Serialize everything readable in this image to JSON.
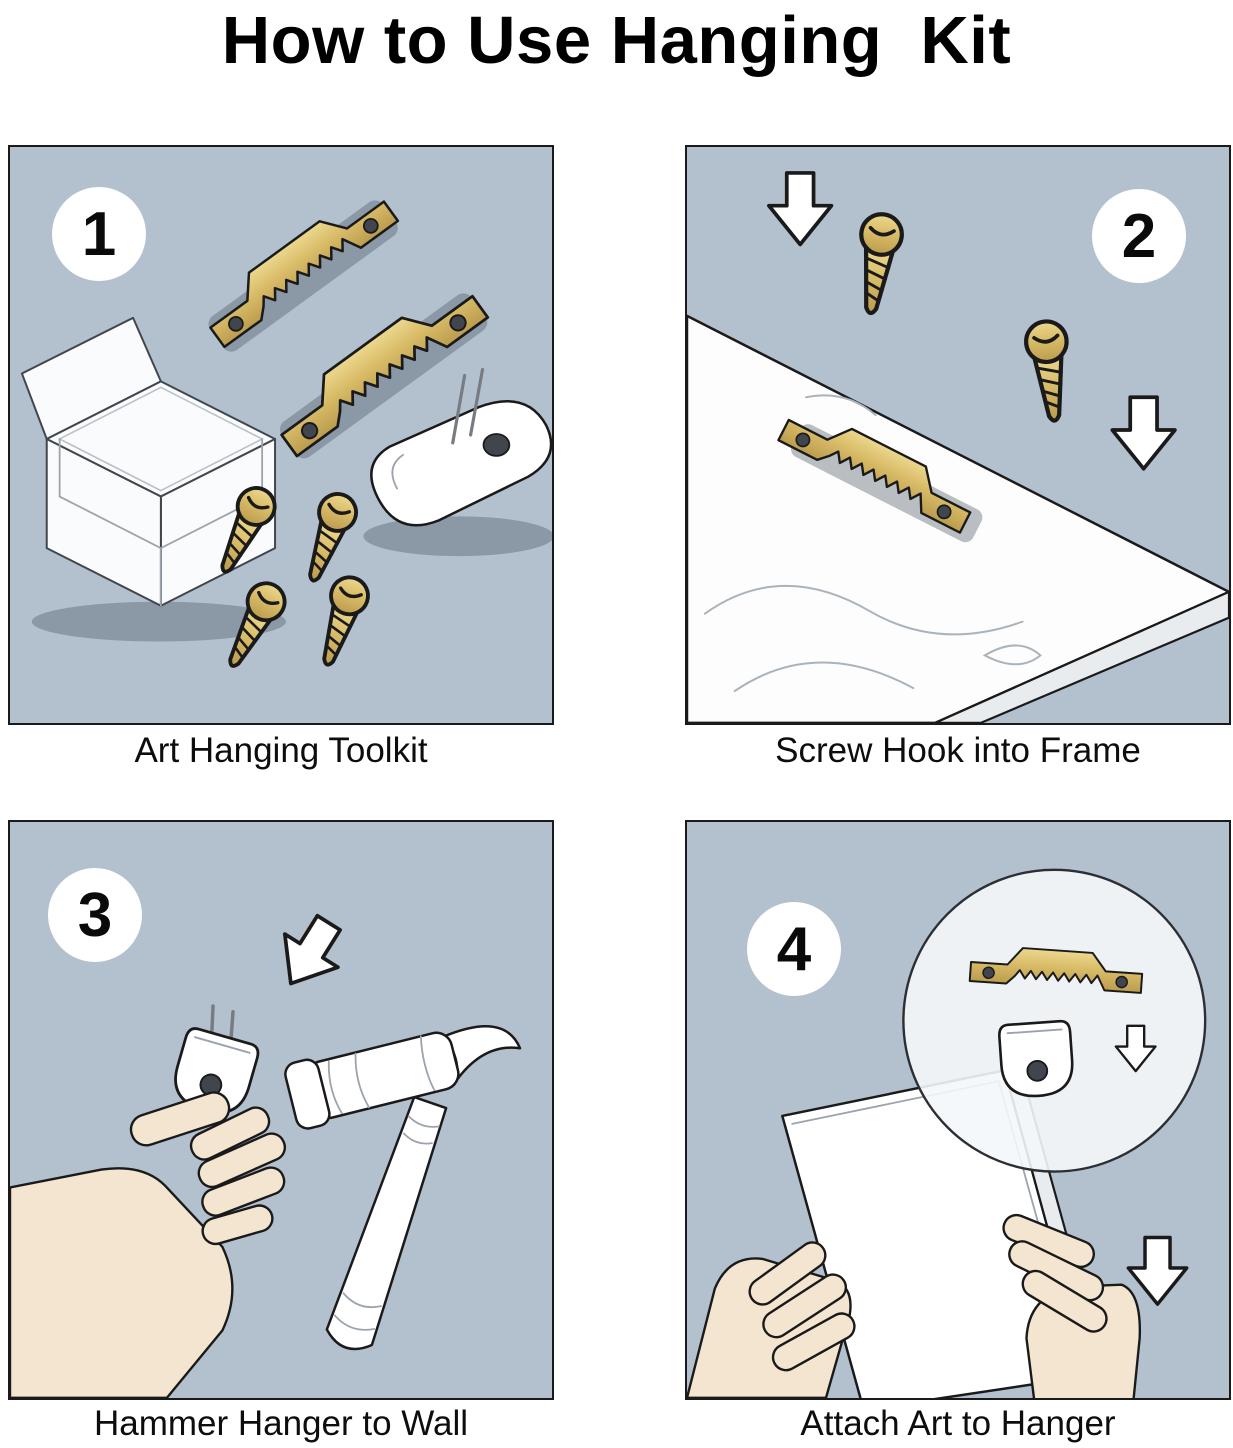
{
  "title": "How to Use Hanging  Kit",
  "colors": {
    "panel_bg": "#b3c1ce",
    "outline": "#1a1a1a",
    "brass": "#d9bc68",
    "brass_light": "#ecd88e",
    "brass_dark": "#bb9c4e",
    "skin": "#f4e5d0",
    "white": "#ffffff"
  },
  "steps": [
    {
      "number": "1",
      "caption": "Art Hanging Toolkit"
    },
    {
      "number": "2",
      "caption": "Screw Hook into Frame"
    },
    {
      "number": "3",
      "caption": "Hammer Hanger to Wall"
    },
    {
      "number": "4",
      "caption": "Attach Art to Hanger"
    }
  ]
}
